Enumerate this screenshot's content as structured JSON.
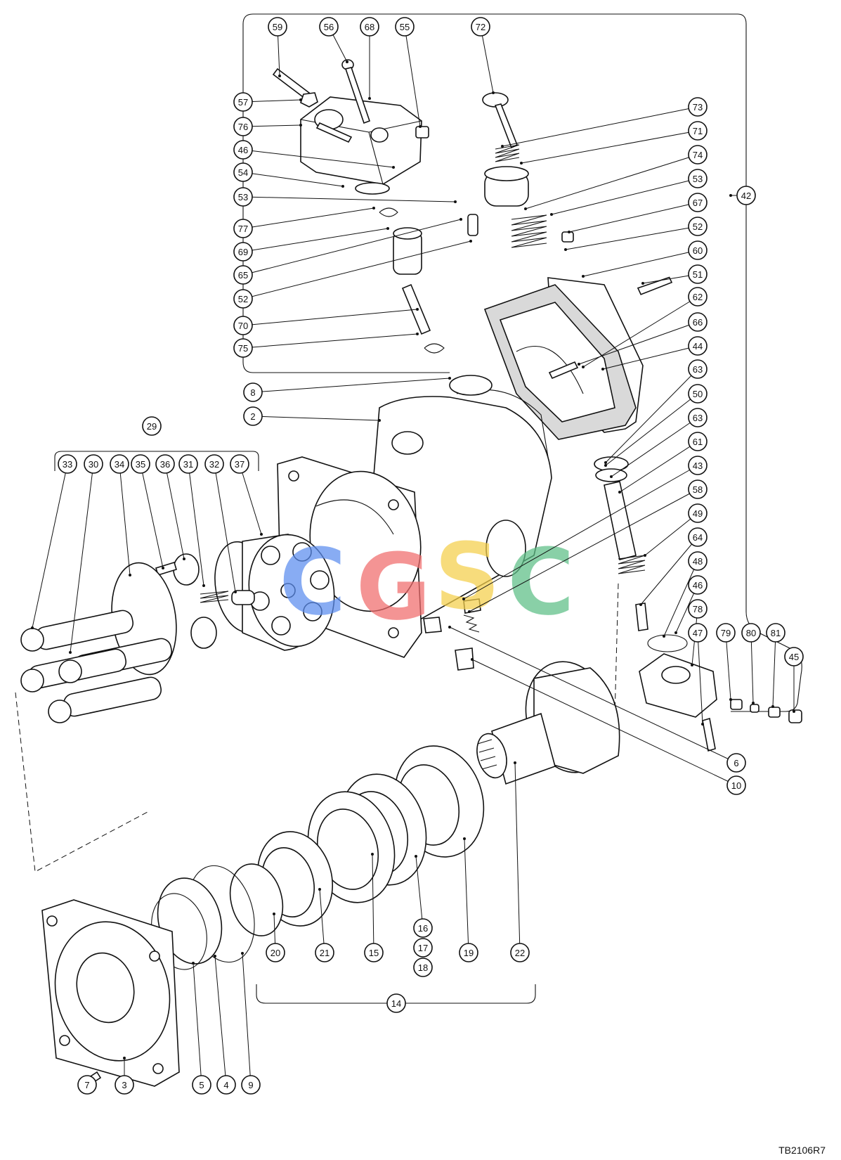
{
  "reference_code": "TB2106R7",
  "watermark": {
    "letters": [
      "C",
      "G",
      "S",
      "C"
    ],
    "colors": [
      "#5b8def",
      "#f06b6b",
      "#f5cf4a",
      "#5cbf86"
    ]
  },
  "callouts": [
    {
      "id": "59"
    },
    {
      "id": "56"
    },
    {
      "id": "68"
    },
    {
      "id": "55"
    },
    {
      "id": "72"
    },
    {
      "id": "57"
    },
    {
      "id": "76"
    },
    {
      "id": "46"
    },
    {
      "id": "54"
    },
    {
      "id": "53"
    },
    {
      "id": "77"
    },
    {
      "id": "69"
    },
    {
      "id": "65"
    },
    {
      "id": "52"
    },
    {
      "id": "70"
    },
    {
      "id": "75"
    },
    {
      "id": "73"
    },
    {
      "id": "71"
    },
    {
      "id": "74"
    },
    {
      "id": "53"
    },
    {
      "id": "67"
    },
    {
      "id": "52"
    },
    {
      "id": "60"
    },
    {
      "id": "51"
    },
    {
      "id": "62"
    },
    {
      "id": "66"
    },
    {
      "id": "44"
    },
    {
      "id": "63"
    },
    {
      "id": "50"
    },
    {
      "id": "63"
    },
    {
      "id": "61"
    },
    {
      "id": "43"
    },
    {
      "id": "58"
    },
    {
      "id": "49"
    },
    {
      "id": "64"
    },
    {
      "id": "48"
    },
    {
      "id": "46"
    },
    {
      "id": "78"
    },
    {
      "id": "47"
    },
    {
      "id": "79"
    },
    {
      "id": "80"
    },
    {
      "id": "81"
    },
    {
      "id": "45"
    },
    {
      "id": "42"
    },
    {
      "id": "8"
    },
    {
      "id": "2"
    },
    {
      "id": "29"
    },
    {
      "id": "33"
    },
    {
      "id": "30"
    },
    {
      "id": "34"
    },
    {
      "id": "35"
    },
    {
      "id": "36"
    },
    {
      "id": "31"
    },
    {
      "id": "32"
    },
    {
      "id": "37"
    },
    {
      "id": "6"
    },
    {
      "id": "10"
    },
    {
      "id": "22"
    },
    {
      "id": "19"
    },
    {
      "id": "16"
    },
    {
      "id": "17"
    },
    {
      "id": "18"
    },
    {
      "id": "15"
    },
    {
      "id": "21"
    },
    {
      "id": "20"
    },
    {
      "id": "14"
    },
    {
      "id": "7"
    },
    {
      "id": "3"
    },
    {
      "id": "5"
    },
    {
      "id": "4"
    },
    {
      "id": "9"
    }
  ]
}
